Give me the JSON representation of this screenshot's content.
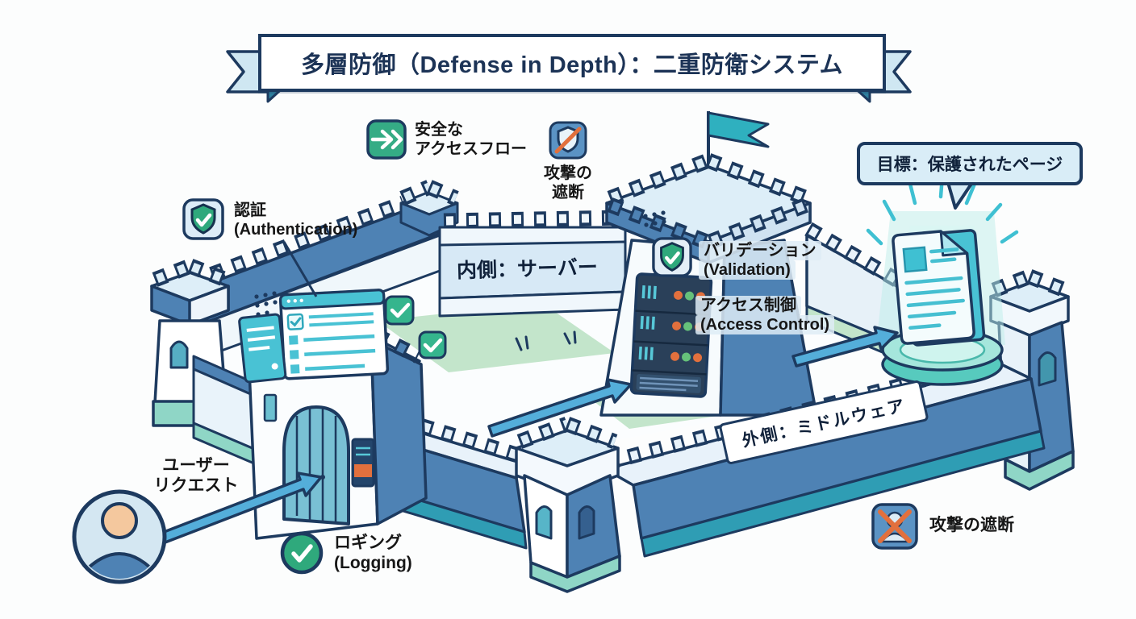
{
  "title": "多層防御（Defense in Depth）：二重防衛システム",
  "labels": {
    "secure_flow": {
      "line1": "安全な",
      "line2": "アクセスフロー"
    },
    "attack_block_top": {
      "line1": "攻撃の",
      "line2": "遮断"
    },
    "authentication": {
      "line1": "認証",
      "line2": "(Authentication)"
    },
    "inner_layer": "内側：サーバー",
    "validation": {
      "line1": "バリデーション",
      "line2": "(Validation)"
    },
    "access_control": {
      "line1": "アクセス制御",
      "line2": "(Access Control)"
    },
    "goal": "目標：保護されたページ",
    "outer_layer": "外側：ミドルウェア",
    "user_request": {
      "line1": "ユーザー",
      "line2": "リクエスト"
    },
    "logging": {
      "line1": "ロギング",
      "line2": "(Logging)"
    },
    "attack_block_bottom": "攻撃の遮断"
  },
  "icons": {
    "secure_flow": "double-arrow-right",
    "attack_block_top": "shield-slash",
    "authentication": "shield-check",
    "validation": "shield-check",
    "logging": "check-circle",
    "attack_block_bottom": "user-blocked-x",
    "user": "person-avatar",
    "goal_target": "protected-page-document",
    "flag": "castle-flag",
    "server": "server-rack"
  },
  "colors": {
    "outline_navy": "#1d3a5f",
    "wall_blue": "#4e82b4",
    "wall_light": "#e9f3fa",
    "teal": "#35b6c9",
    "teal_band": "#8fd6c6",
    "mint_green": "#c3e5cb",
    "success_green": "#2fa97c",
    "alert_orange": "#e2703d",
    "arrow_blue": "#54aeda",
    "bubble_blue": "#d9edf7",
    "title_navy": "#1c3356"
  }
}
